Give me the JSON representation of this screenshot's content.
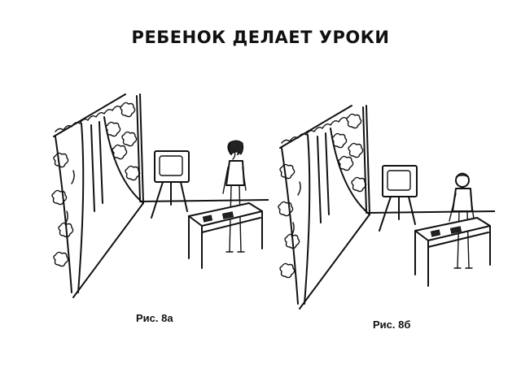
{
  "title": "РЕБЕНОК ДЕЛАЕТ УРОКИ",
  "figures": [
    {
      "caption": "Рис. 8а",
      "child": "girl"
    },
    {
      "caption": "Рис. 8б",
      "child": "boy"
    }
  ]
}
